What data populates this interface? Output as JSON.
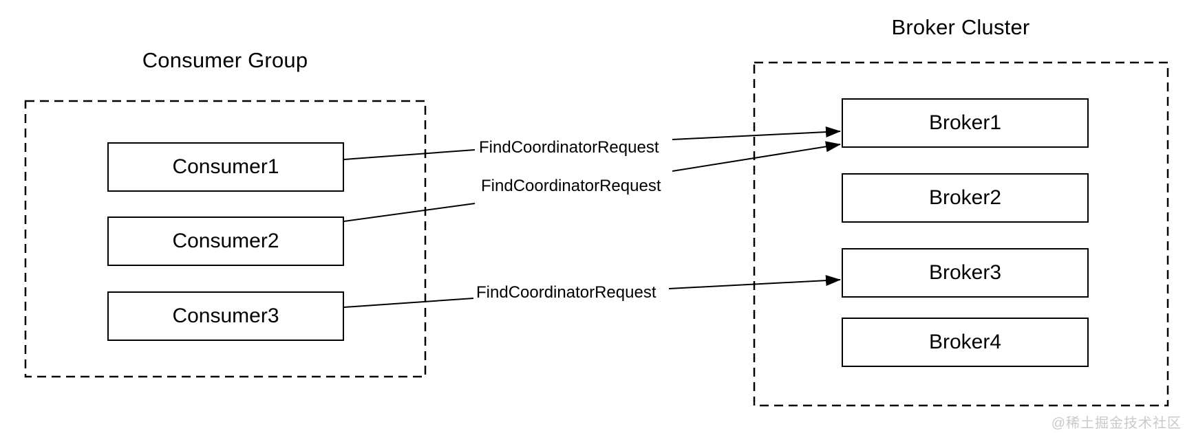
{
  "diagram": {
    "type": "architecture-diagram",
    "background_color": "#ffffff",
    "line_color": "#000000",
    "consumer_group": {
      "title": "Consumer Group",
      "nodes": [
        {
          "label": "Consumer1"
        },
        {
          "label": "Consumer2"
        },
        {
          "label": "Consumer3"
        }
      ]
    },
    "broker_cluster": {
      "title": "Broker Cluster",
      "nodes": [
        {
          "label": "Broker1"
        },
        {
          "label": "Broker2"
        },
        {
          "label": "Broker3"
        },
        {
          "label": "Broker4"
        }
      ]
    },
    "connections": [
      {
        "from": "Consumer1",
        "to": "Broker1",
        "label": "FindCoordinatorRequest"
      },
      {
        "from": "Consumer2",
        "to": "Broker1",
        "label": "FindCoordinatorRequest"
      },
      {
        "from": "Consumer3",
        "to": "Broker3",
        "label": "FindCoordinatorRequest"
      }
    ],
    "watermark": {
      "text": "@稀土掘金技术社区",
      "color": "#c9c9c9"
    }
  }
}
